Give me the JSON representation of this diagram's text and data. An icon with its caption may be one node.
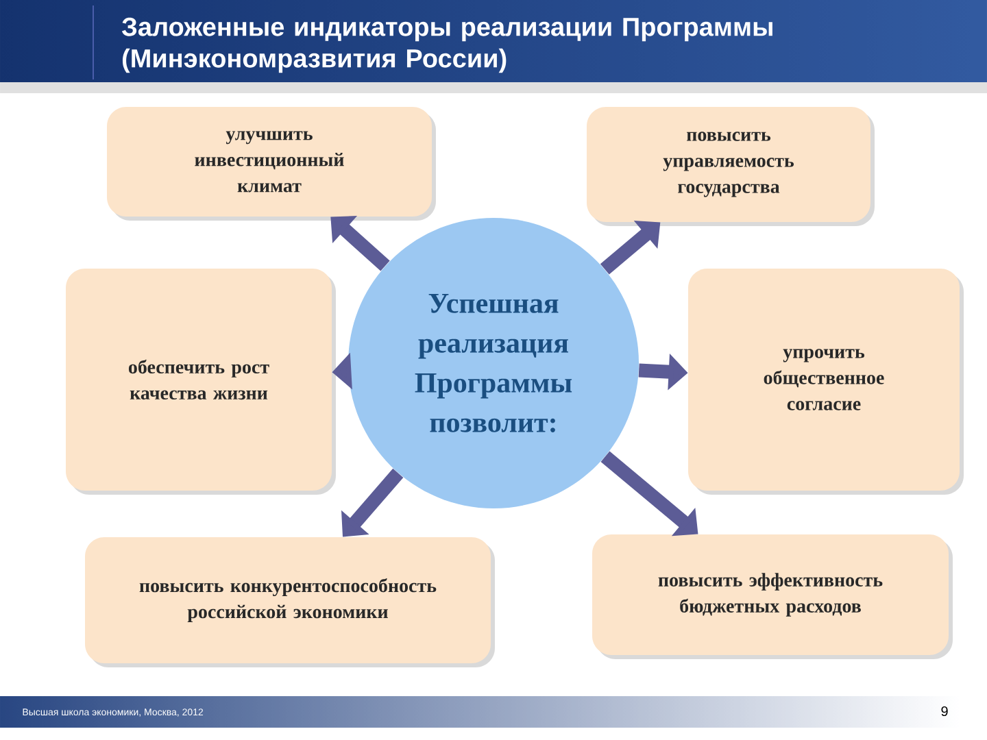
{
  "diagram": {
    "title": "Заложенные индикаторы реализации Программы (Минэкономразвития России)",
    "nodes": [
      {
        "text": [
          "Успешная реализация Программы позволит:"
        ]
      },
      {
        "text": [
          "улучшить инвестиционный климат"
        ]
      },
      {
        "text": [
          "повысить управляемость государства"
        ]
      },
      {
        "text": [
          "обеспечить рост качества жизни"
        ]
      },
      {
        "text": [
          "упрочить общественное согласие"
        ]
      },
      {
        "text": [
          "повысить конкурентоспособность российской экономики"
        ]
      },
      {
        "text": [
          "повысить эффективность бюджетных расходов"
        ]
      }
    ],
    "edges": [
      {
        "from": 0,
        "to": 1,
        "arrow": "to"
      },
      {
        "from": 0,
        "to": 2,
        "arrow": "to"
      },
      {
        "from": 0,
        "to": 3,
        "arrow": "to"
      },
      {
        "from": 0,
        "to": 4,
        "arrow": "to"
      },
      {
        "from": 0,
        "to": 5,
        "arrow": "to"
      },
      {
        "from": 0,
        "to": 6,
        "arrow": "to"
      }
    ],
    "labels": [
      "Высшая школа экономики, Москва, 2012",
      "9"
    ]
  }
}
